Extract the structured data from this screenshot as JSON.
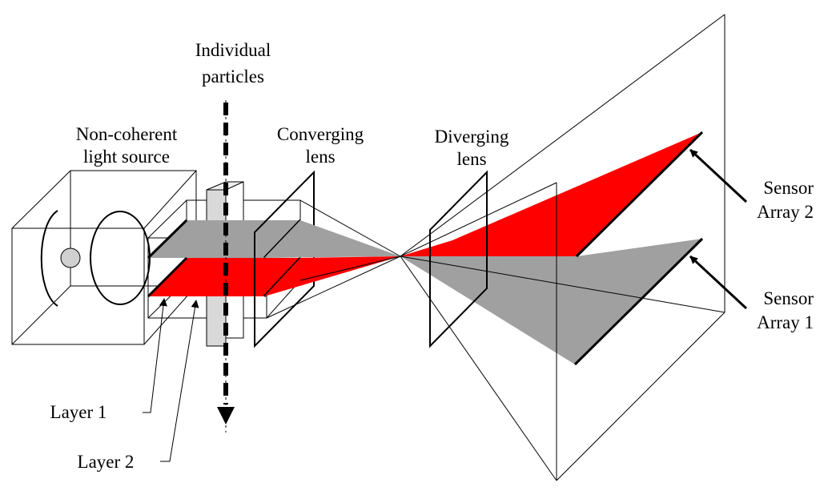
{
  "labels": {
    "individual_particles_1": "Individual",
    "individual_particles_2": "particles",
    "light_source_1": "Non-coherent",
    "light_source_2": "light source",
    "converging_lens_1": "Converging",
    "converging_lens_2": "lens",
    "diverging_lens_1": "Diverging",
    "diverging_lens_2": "lens",
    "sensor_array_2_1": "Sensor",
    "sensor_array_2_2": "Array 2",
    "sensor_array_1_1": "Sensor",
    "sensor_array_1_2": "Array 1",
    "layer_1": "Layer 1",
    "layer_2": "Layer 2"
  },
  "colors": {
    "red_layer": "#ff0000",
    "gray_layer": "#a0a0a0",
    "line": "#000000",
    "particle_column": "#d9d9d9",
    "source_lamp": "#d0d0d0"
  }
}
